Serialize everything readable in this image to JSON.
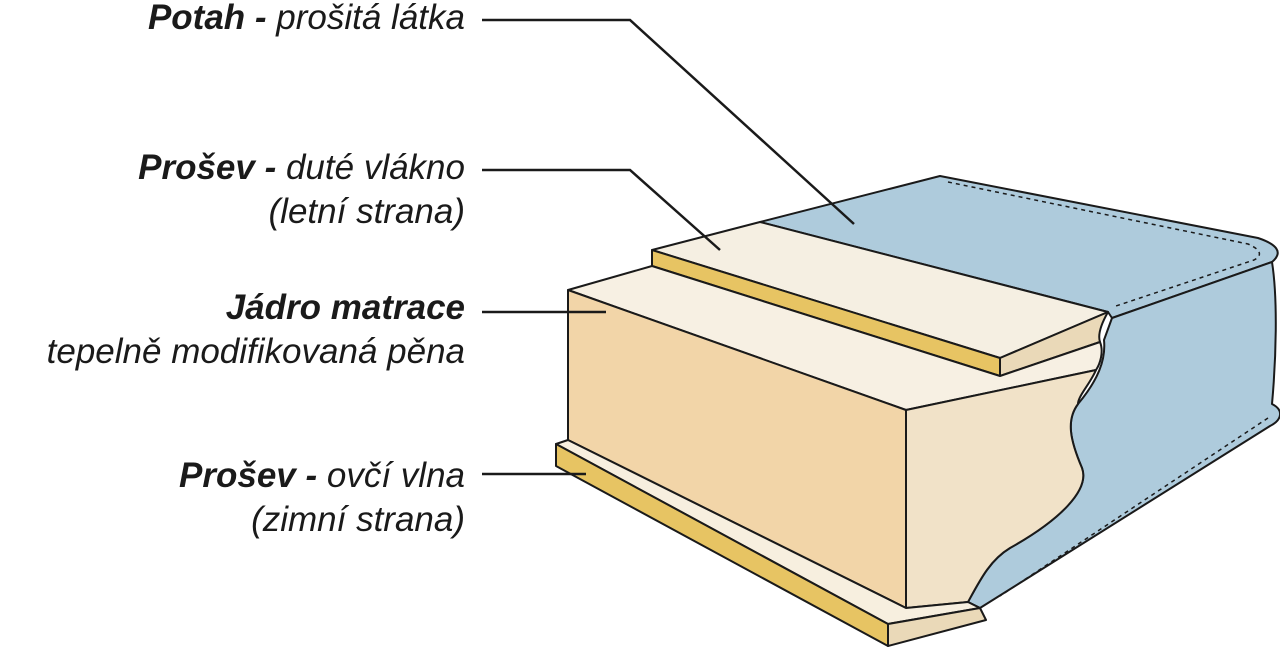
{
  "colors": {
    "cover": "#aecbdc",
    "cover_edge": "#1a1a1a",
    "top_fiber": "#f5efe2",
    "top_fiber_side": "#ead9b8",
    "yellow_strip": "#e7c463",
    "core_front": "#f2d5a8",
    "core_top": "#f7f0e3",
    "core_side": "#f1e2c8",
    "bottom_wool": "#f7efdf",
    "bottom_wool_side": "#ead9b8",
    "leader_line": "#1a1a1a"
  },
  "labels": {
    "potah": {
      "bold": "Potah - ",
      "rest": "prošitá látka"
    },
    "prosev_top": {
      "bold": "Prošev - ",
      "rest": "duté vlákno",
      "line2": "(letní strana)"
    },
    "jadro": {
      "bold": "Jádro matrace",
      "line2": "tepelně modifikovaná pěna"
    },
    "prosev_bottom": {
      "bold": "Prošev - ",
      "rest": "ovčí vlna",
      "line2": "(zimní strana)"
    }
  }
}
